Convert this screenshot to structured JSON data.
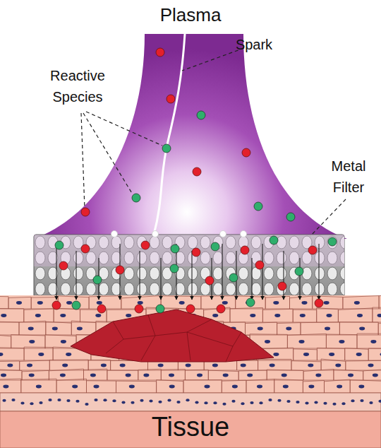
{
  "diagram": {
    "labels": [
      "Plasma",
      "Spark",
      "Reactive Species",
      "Metal Filter",
      "Tissue"
    ]
  }
}
